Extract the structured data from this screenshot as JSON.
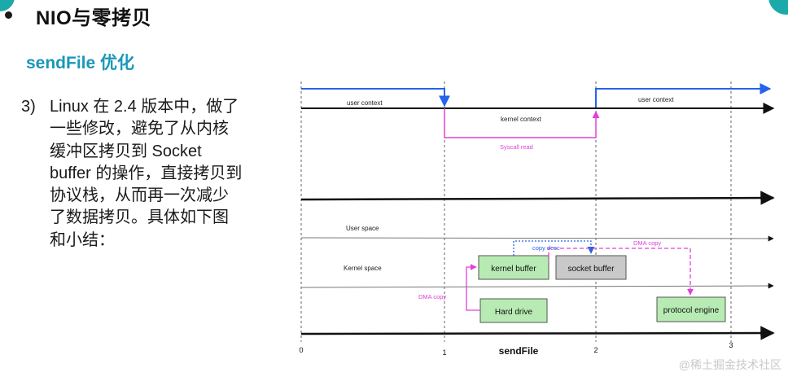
{
  "slide": {
    "title": "NIO与零拷贝",
    "subtitle": "sendFile 优化",
    "item_number": "3)",
    "paragraph_lines": [
      "Linux 在 2.4 版本中，做了",
      "一些修改，避免了从内核",
      "缓冲区拷贝到 Socket",
      "buffer 的操作，直接拷贝到",
      "协议栈，从而再一次减少",
      "了数据拷贝。具体如下图",
      "和小结："
    ],
    "watermark": "@稀土掘金技术社区"
  },
  "diagram": {
    "labels": {
      "user_context_1": "user context",
      "kernel_context": "kernel context",
      "user_context_2": "user context",
      "syscall_read": "Syscall read",
      "user_space": "User space",
      "kernel_space": "Kernel  space",
      "copy_desc": "copy desc",
      "dma_copy_top": "DMA copy",
      "dma_copy_left": "DMA copy",
      "axis_title": "sendFile"
    },
    "boxes": {
      "kernel_buffer": "kernel buffer",
      "socket_buffer": "socket buffer",
      "hard_drive": "Hard drive",
      "protocol_engine": "protocol engine"
    },
    "ticks": [
      "0",
      "1",
      "2",
      "3"
    ],
    "colors": {
      "user_line": "#2563eb",
      "syscall": "#e040d8",
      "green_box": "#b7ebb3",
      "grey_box": "#c9c9c9"
    }
  }
}
